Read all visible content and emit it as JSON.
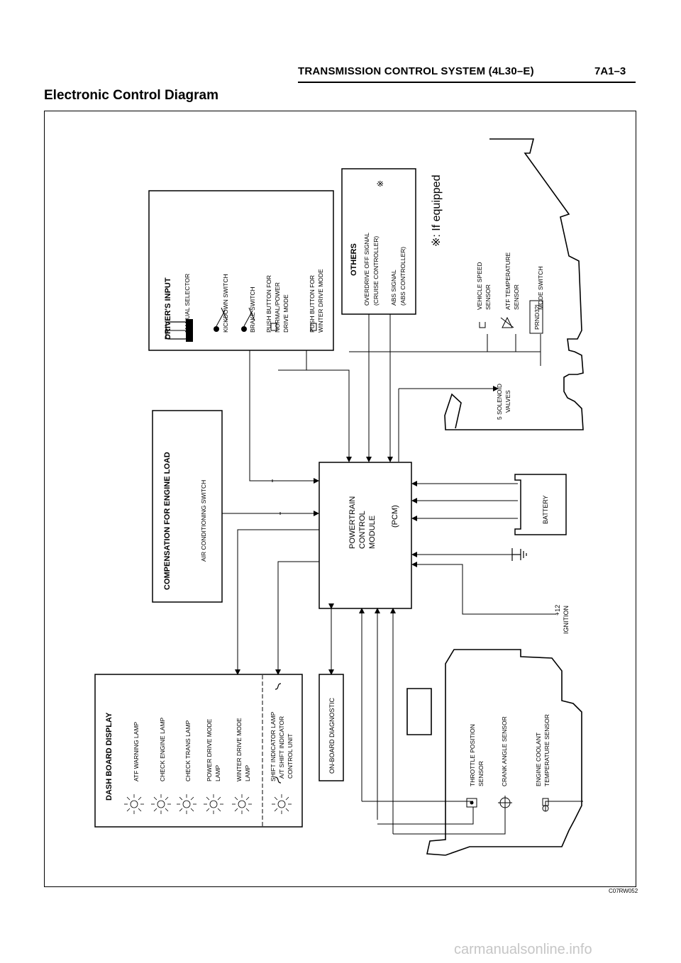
{
  "header": {
    "title": "TRANSMISSION CONTROL SYSTEM (4L30–E)",
    "page": "7A1–3"
  },
  "section_title": "Electronic Control Diagram",
  "drivers_input": {
    "title": "DRIVER'S INPUT",
    "items": [
      "MANUAL SELECTOR",
      "KICKDOWN SWITCH",
      "BRAKE SWITCH",
      "PUSH BUTTON FOR",
      "NORMAL/POWER",
      "DRIVE MODE",
      "PUSH BUTTON FOR",
      "WINTER DRIVE MODE"
    ]
  },
  "others": {
    "title": "OTHERS",
    "lines": [
      "OVERDRIVE OFF SIGNAL",
      "(CRUISE CONTROLLER)",
      "ABS SIGNAL",
      "(ABS CONTROLLER)"
    ],
    "mark": "※"
  },
  "note": "※: If equipped",
  "compensation": {
    "title": "COMPENSATION FOR ENGINE LOAD",
    "item": "AIR CONDITIONING SWITCH"
  },
  "pcm": {
    "lines": [
      "POWERTRAIN",
      "CONTROL",
      "MODULE"
    ],
    "abbr": "(PCM)"
  },
  "battery": "BATTERY",
  "ignition": [
    "+12",
    "IGNITION"
  ],
  "transmission": {
    "sensors": [
      "VEHICLE SPEED",
      "SENSOR",
      "ATF TEMPERATURE",
      "SENSOR",
      "MODE SWITCH"
    ],
    "prnd": "PRND32L",
    "solenoid": [
      "5 SOLENOID",
      "VALVES"
    ]
  },
  "dash": {
    "title": "DASH BOARD DISPLAY",
    "items": [
      "ATF WARNING LAMP",
      "CHECK ENGINE LAMP",
      "CHECK TRANS LAMP",
      "POWER DRIVE MODE",
      "LAMP",
      "WINTER DRIVE MODE",
      "LAMP",
      "SHIFT INDICATOR LAMP",
      "A/T SHIFT INDICATOR",
      "CONTROL UNIT"
    ]
  },
  "diagnostic": "ON-BOARD DIAGNOSTIC",
  "engine": {
    "sensors": [
      "THROTTLE POSITION",
      "SENSOR",
      "CRANK ANGLE SENSOR",
      "ENGINE COOLANT",
      "TEMPERATURE SENSOR"
    ]
  },
  "figure_code": "C07RW052",
  "watermark": "carmanualsonline.info"
}
